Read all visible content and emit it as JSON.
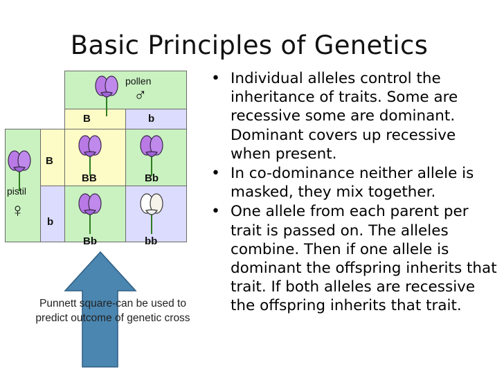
{
  "title": "Basic Principles of Genetics",
  "bullets": [
    "Individual alleles control the inheritance of traits. Some are recessive some are dominant. Dominant covers up recessive when present.",
    "In co-dominance neither allele is masked, they mix together.",
    "One allele from each parent per trait is passed on. The alleles combine. Then if one allele is dominant the offspring inherits that trait. If both alleles are recessive the offspring inherits that trait."
  ],
  "punnett": {
    "pollen_label": "pollen",
    "pistil_label": "pistil",
    "male_symbol": "♂",
    "female_symbol": "♀",
    "col_alleles": [
      "B",
      "b"
    ],
    "row_alleles": [
      "B",
      "b"
    ],
    "offspring": [
      "BB",
      "Bb",
      "Bb",
      "bb"
    ]
  },
  "caption": "Punnett square-can be used to predict outcome of genetic cross",
  "colors": {
    "green": "#c9f2c0",
    "yellow": "#fdfcc6",
    "lavender": "#dcdcff",
    "flower_purple": "#b97ae6",
    "flower_white": "#ffffff",
    "arrow": "#4a86b0"
  }
}
